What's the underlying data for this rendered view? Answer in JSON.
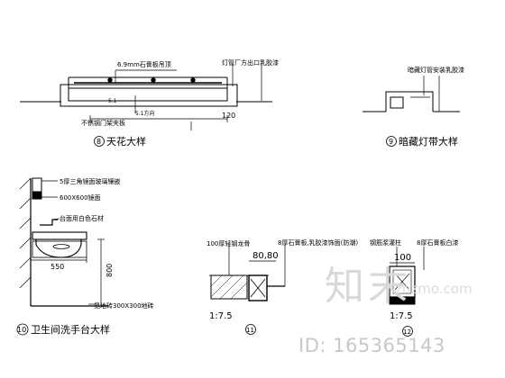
{
  "labels": {
    "ceiling_top_note": "6.9mm石膏板吊顶",
    "ceiling_lamp_note": "灯管厂方出口乳胶漆",
    "ceiling_dim_1": "5.1",
    "ceiling_dim_2": "5.1方向",
    "ceiling_bottom_note": "不锈钢门架夹板",
    "ceiling_dim_120": "120",
    "ceiling_title_num": "8",
    "ceiling_title": "天花大样",
    "lamp_top_note": "暗藏灯管安装乳胶漆",
    "lamp_title_num": "9",
    "lamp_title": "暗藏灯带大样",
    "basin_note_1": "5厚三角镜面玻璃镶嵌",
    "basin_note_2": "600X600镜面",
    "basin_note_3": "台面用白色石材",
    "basin_dim_550": "550",
    "basin_dim_800": "800",
    "basin_note_4": "见地砖300X300地砖",
    "basin_title_num": "10",
    "basin_title": "卫生间洗手台大样",
    "sec11_note_1": "100厚轻钢龙骨",
    "sec11_dim": "80,80",
    "sec11_note_2": "8厚石膏板,乳胶漆饰面(防潮)",
    "sec11_scale": "1:7.5",
    "sec11_num": "11",
    "sec12_note_1": "钢筋浆灌柱",
    "sec12_note_2": "8厚石膏板白漆",
    "sec12_dim": "100",
    "sec12_scale": "1:7.5",
    "sec12_num": "12"
  },
  "watermark": {
    "logo": "知末",
    "url": "znzmo.com",
    "id": "ID: 165365143"
  }
}
